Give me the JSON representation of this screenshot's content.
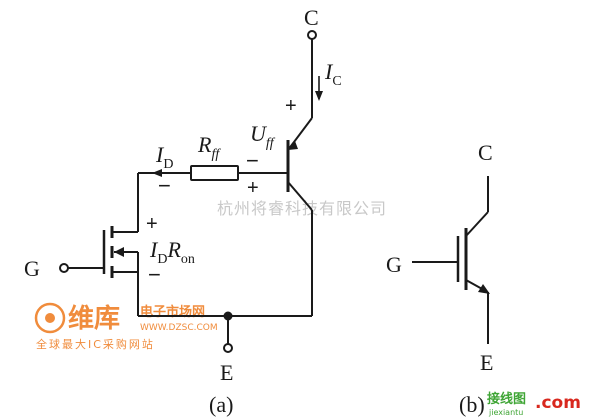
{
  "circuit_a": {
    "terminal_c": "C",
    "current_ic": {
      "main": "I",
      "sub": "C"
    },
    "voltage_uff": {
      "main": "U",
      "sub": "ff"
    },
    "resistor_rff": {
      "main": "R",
      "sub": "ff"
    },
    "current_id": {
      "main": "I",
      "sub": "D"
    },
    "drop_idron": {
      "i": "I",
      "isub": "D",
      "r": "R",
      "rsub": "on"
    },
    "terminal_g": "G",
    "terminal_e": "E",
    "caption": "(a)",
    "plus": "+",
    "minus": "−"
  },
  "symbol_b": {
    "terminal_c": "C",
    "terminal_g": "G",
    "terminal_e": "E",
    "caption": "(b)"
  },
  "watermarks": {
    "center_text": "杭州将睿科技有限公司",
    "logo_cn": "维库",
    "logo_sub_cn": "电子市场网",
    "logo_url": "WWW.DZSC.COM",
    "logo_slogan": "全球最大IC采购网站",
    "corner_cn": "接线图",
    "corner_com": ".com",
    "corner_pinyin": "jiexiantu"
  },
  "colors": {
    "ink": "#1a1a1a",
    "watermark_gray": "#c8c8c8",
    "logo_orange": "#f08c3c",
    "corner_green": "#3fa535",
    "corner_red": "#d8281e"
  }
}
